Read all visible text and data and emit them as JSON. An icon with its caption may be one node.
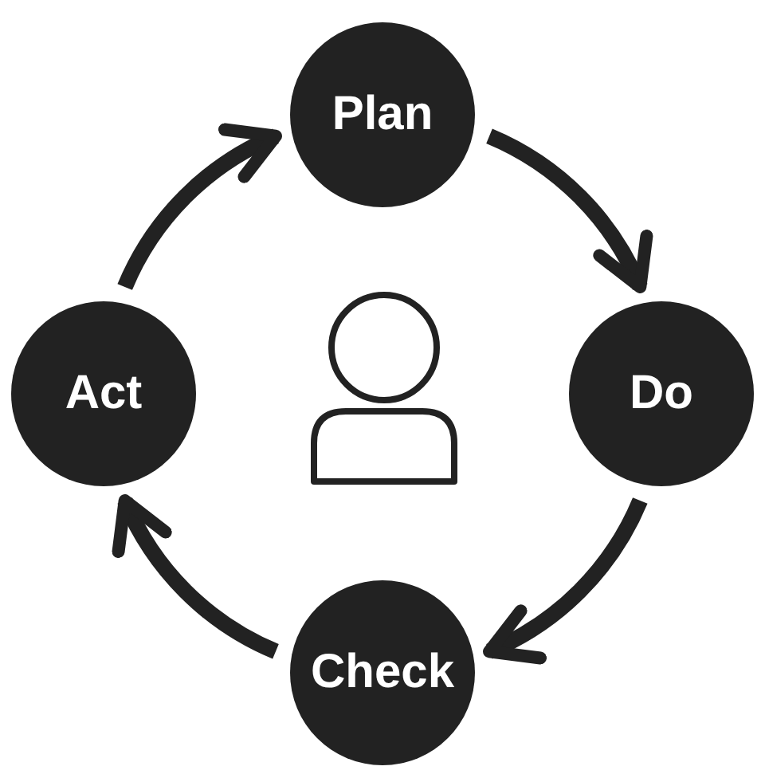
{
  "diagram": {
    "nodes": [
      {
        "text": [
          "Plan"
        ]
      },
      {
        "text": [
          "Do"
        ]
      },
      {
        "text": [
          "Check"
        ]
      },
      {
        "text": [
          "Act"
        ]
      }
    ],
    "edges": [
      {
        "from": 0,
        "to": 1,
        "arrow": "to"
      },
      {
        "from": 1,
        "to": 2,
        "arrow": "to"
      },
      {
        "from": 2,
        "to": 3,
        "arrow": "to"
      },
      {
        "from": 3,
        "to": 0,
        "arrow": "to"
      }
    ]
  }
}
